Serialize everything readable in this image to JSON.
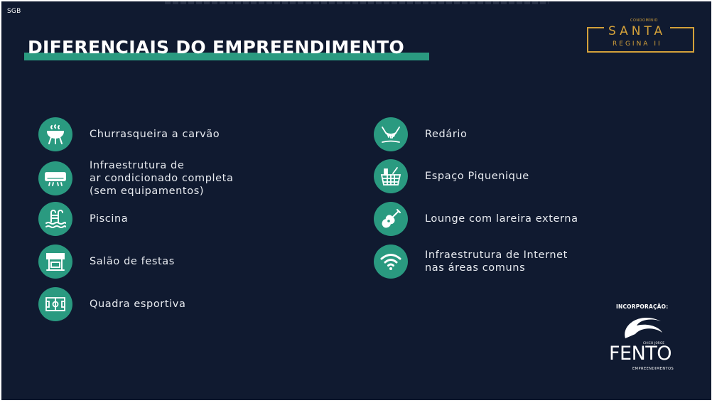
{
  "viewer": {
    "corner_tag": "SGB"
  },
  "slide": {
    "title": "DIFERENCIAIS DO EMPREENDIMENTO",
    "colors": {
      "background": "#101a30",
      "accent": "#2a9a80",
      "gold": "#d4a13a"
    }
  },
  "logo": {
    "small": "CONDOMÍNIO",
    "main": "SANTA",
    "sub": "REGINA II"
  },
  "features_left": [
    {
      "icon": "barbecue-icon",
      "lines": [
        "Churrasqueira a carvão"
      ]
    },
    {
      "icon": "air-conditioner-icon",
      "lines": [
        "Infraestrutura de",
        "ar condicionado completa",
        "(sem equipamentos)"
      ]
    },
    {
      "icon": "pool-icon",
      "lines": [
        "Piscina"
      ]
    },
    {
      "icon": "party-hall-icon",
      "lines": [
        "Salão de festas"
      ]
    },
    {
      "icon": "sports-court-icon",
      "lines": [
        "Quadra esportiva"
      ]
    }
  ],
  "features_right": [
    {
      "icon": "hammock-icon",
      "lines": [
        "Redário"
      ]
    },
    {
      "icon": "picnic-basket-icon",
      "lines": [
        "Espaço Piquenique"
      ]
    },
    {
      "icon": "guitar-icon",
      "lines": [
        "Lounge com lareira externa"
      ]
    },
    {
      "icon": "wifi-icon",
      "lines": [
        "Infraestrutura de Internet",
        "nas áreas comuns"
      ]
    }
  ],
  "developer": {
    "label": "INCORPORAÇÃO:",
    "small": "CHICO JORGE",
    "name": "FENTO",
    "sub": "EMPREENDIMENTOS"
  }
}
